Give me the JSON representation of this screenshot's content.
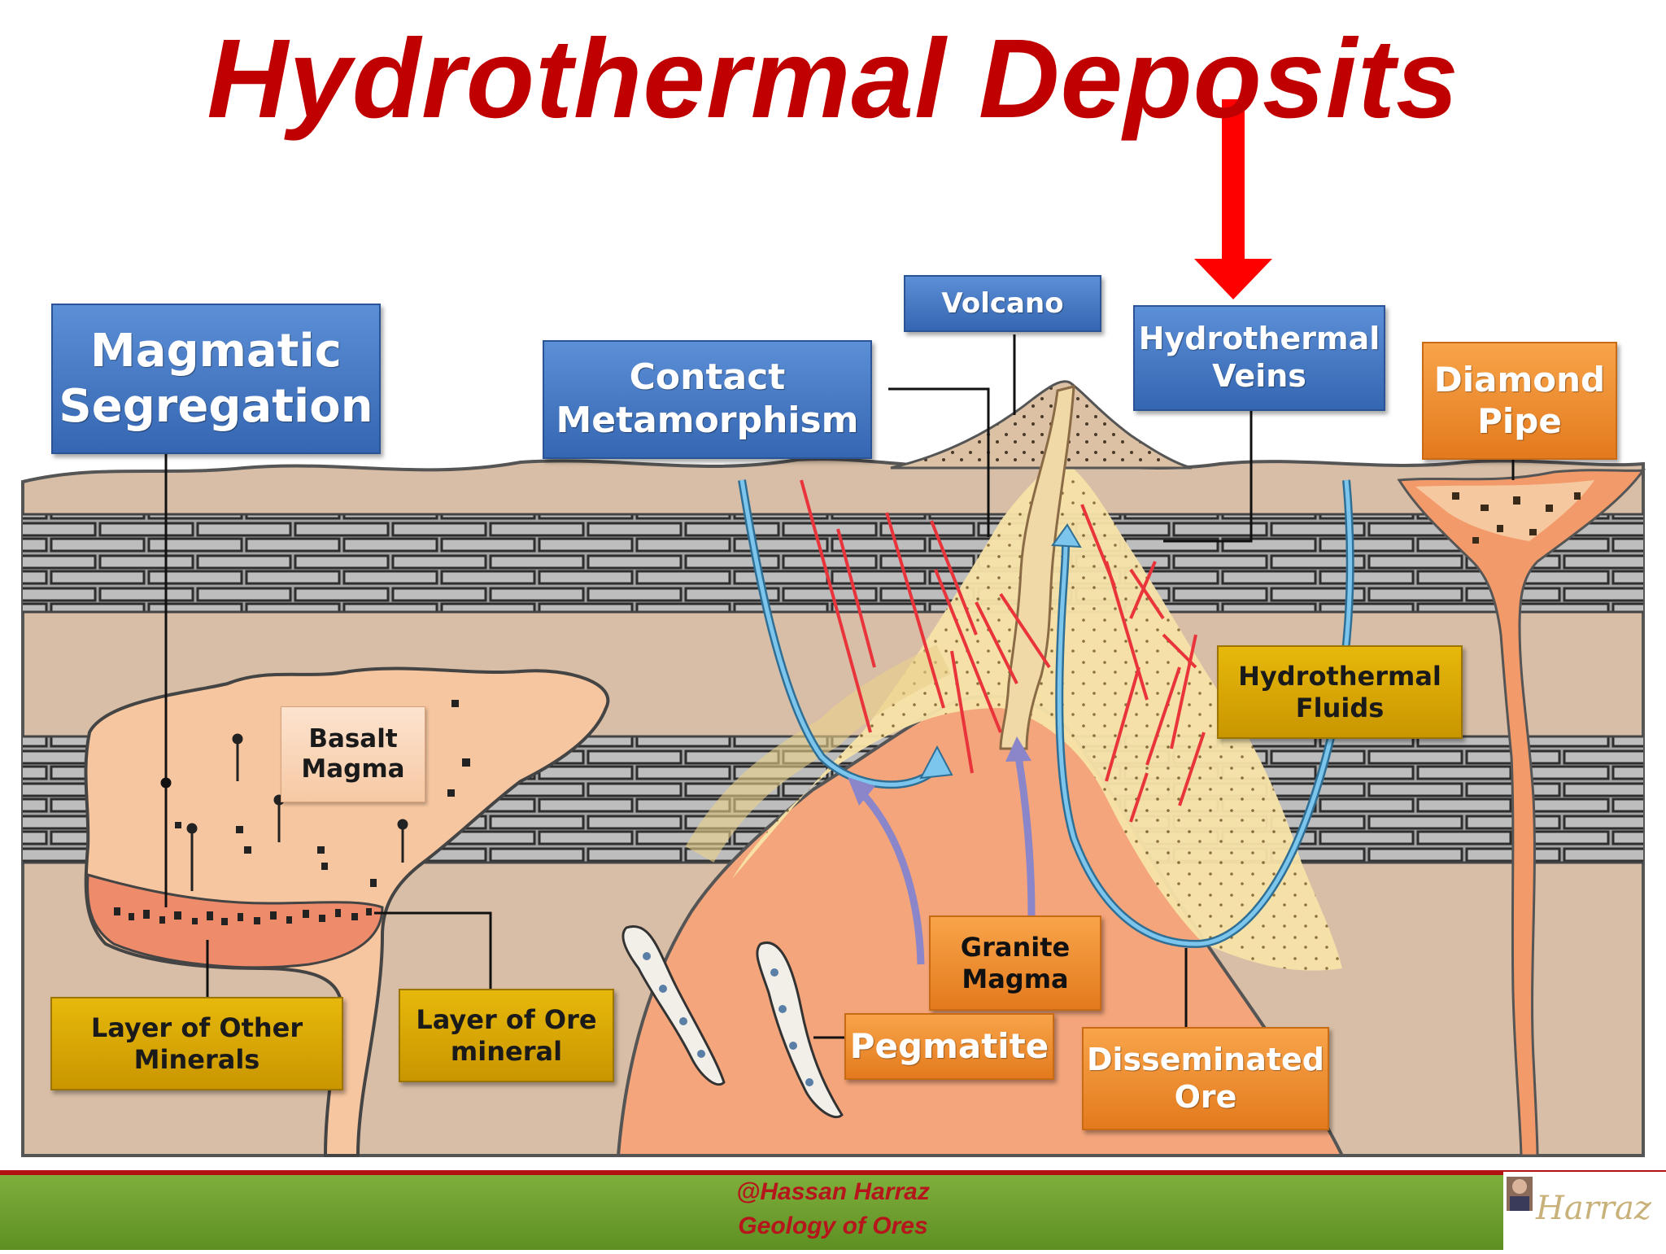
{
  "title": "Hydrothermal Deposits",
  "labels": {
    "magmatic_segregation": "Magmatic\nSegregation",
    "contact_metamorphism": "Contact\nMetamorphism",
    "volcano": "Volcano",
    "hydrothermal_veins": "Hydrothermal\nVeins",
    "diamond_pipe": "Diamond\nPipe",
    "basalt_magma": "Basalt\nMagma",
    "hydrothermal_fluids": "Hydrothermal\nFluids",
    "granite_magma": "Granite\nMagma",
    "pegmatite": "Pegmatite",
    "disseminated_ore": "Disseminated\nOre",
    "layer_other_minerals": "Layer of Other\nMinerals",
    "layer_ore_mineral": "Layer of Ore\nmineral"
  },
  "footer": {
    "line1": "@Hassan Harraz",
    "line2": "Geology of Ores",
    "logo_text": "Harraz"
  },
  "colors": {
    "title": "#c00000",
    "arrow": "#ff0000",
    "ground": "#d6bda6",
    "limestone": "#9a9a9a",
    "basalt": "#f7c7a0",
    "granite": "#f4a77b",
    "aureole": "#f6e3a8",
    "vein": "#e8343a",
    "fluid": "#4a98c9"
  }
}
